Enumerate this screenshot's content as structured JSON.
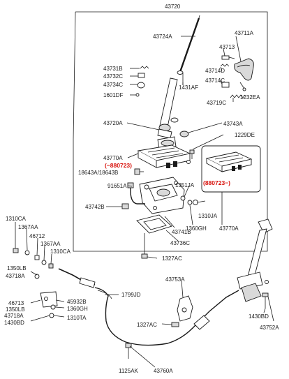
{
  "labels": {
    "l43720": "43720",
    "l43724A": "43724A",
    "l43711A": "43711A",
    "l43713": "43713",
    "l43714D": "43714D",
    "l43714C": "43714C",
    "l1232EA": "1232EA",
    "l43719C": "43719C",
    "l43731B": "43731B",
    "l43732C": "43732C",
    "l43734C": "43734C",
    "l1601DF": "1601DF",
    "l1431AF": "1431AF",
    "l43720A": "43720A",
    "l43743A": "43743A",
    "l1229DE": "1229DE",
    "l43770A_l": "43770A",
    "l880723a": "(−880723)",
    "l18643A": "18643A/18643B",
    "l91651A": "91651A",
    "l1351JA": "1351JA",
    "l880723b": "(880723−)",
    "l43742B": "43742B",
    "l1310JA_r": "1310JA",
    "l43741B": "43741B",
    "l1360GH_r": "1360GH",
    "l43770A_r": "43770A",
    "l43736C": "43736C",
    "l1310CA_a": "1310CA",
    "l1367AA_a": "1367AA",
    "l46712": "46712",
    "l1367AA_b": "1367AA",
    "l1310CA_b": "1310CA",
    "l1327AC_a": "1327AC",
    "l1350LB_a": "1350LB",
    "l43718A_a": "43718A",
    "l43753A": "43753A",
    "l1799JD": "1799JD",
    "l46713": "46713",
    "l45932B": "45932B",
    "l1350LB_b": "1350LB",
    "l1360GH_l": "1360GH",
    "l43718A_b": "43718A",
    "l1310TA": "1310TA",
    "l1430BD_l": "1430BD",
    "l1327AC_b": "1327AC",
    "l1430BD_r": "1430BD",
    "l43752A": "43752A",
    "l1125AK": "1125AK",
    "l43760A": "43760A"
  },
  "colors": {
    "line": "#1a1a1a",
    "highlight": "#d8120c",
    "background": "#ffffff"
  }
}
